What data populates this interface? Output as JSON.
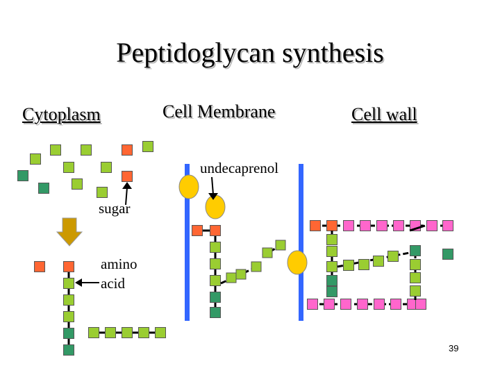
{
  "title": "Peptidoglycan synthesis",
  "labels": {
    "cytoplasm": "Cytoplasm",
    "cell_membrane": "Cell Membrane",
    "cell_wall": "Cell wall",
    "undecaprenol": "undecaprenol",
    "sugar": "sugar",
    "amino_line1": "amino",
    "amino_line2": "acid"
  },
  "page_number": "39",
  "colors": {
    "green_residue": "#9acd32",
    "teal_residue": "#339966",
    "orange_sugar": "#ff6633",
    "pink_glycan": "#ff66cc",
    "membrane": "#3366ff",
    "undecaprenol_lipid": "#ffcc00",
    "process_arrow": "#cc9900",
    "crosslink": "#000000"
  }
}
